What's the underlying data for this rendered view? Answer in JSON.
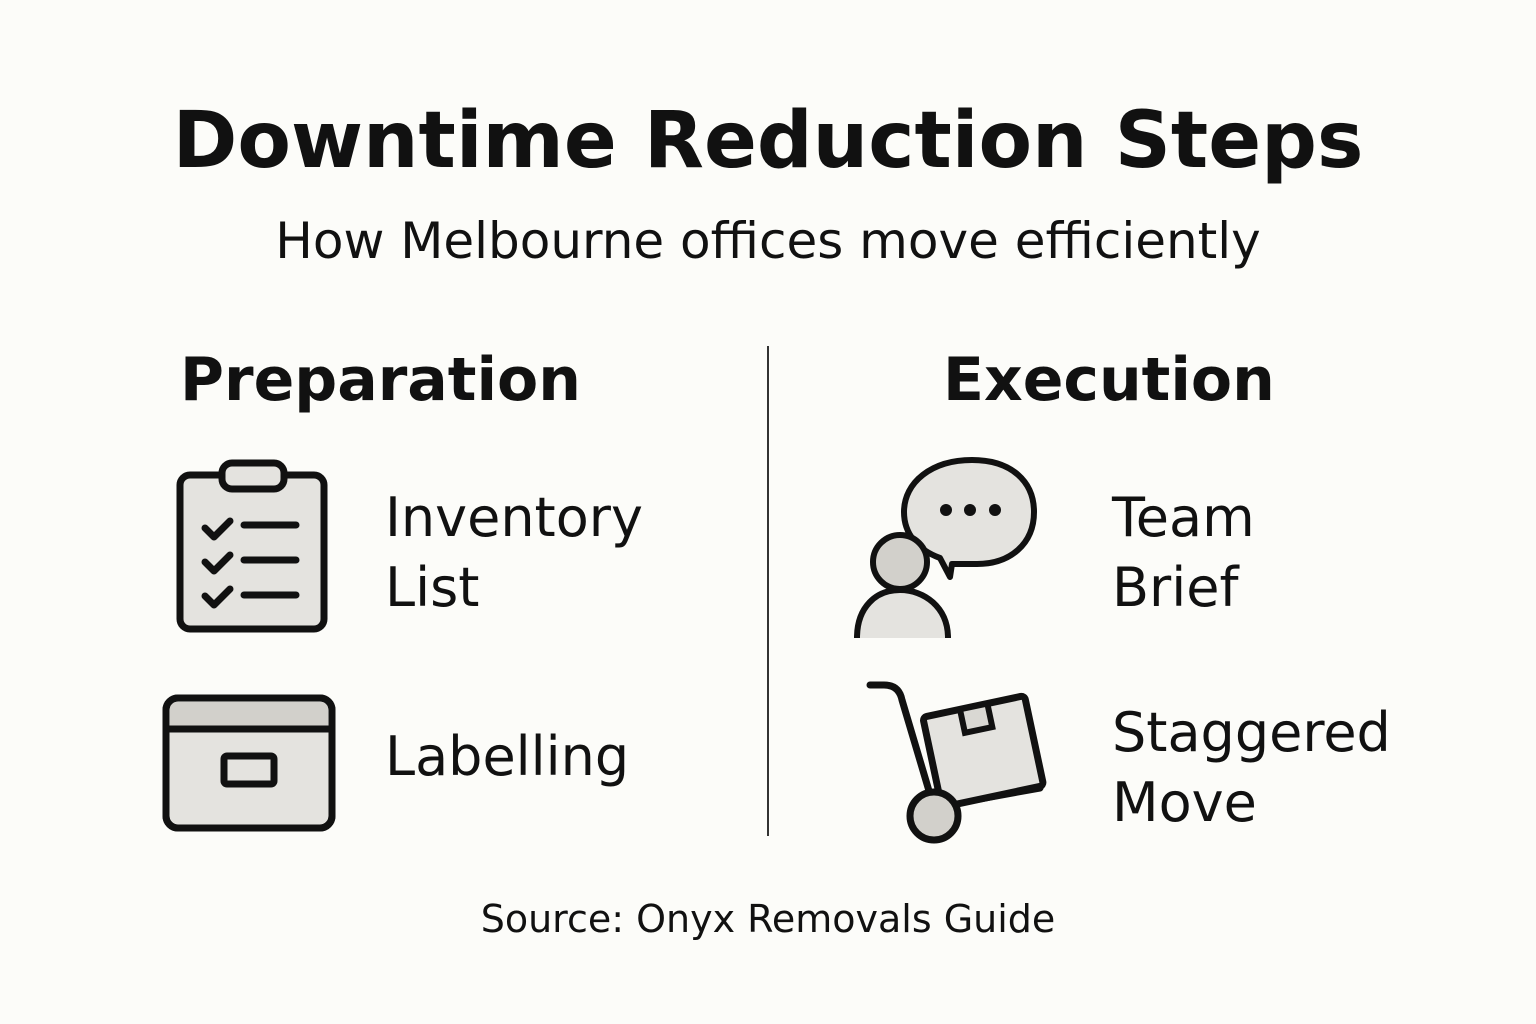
{
  "title": "Downtime Reduction Steps",
  "subtitle": "How Melbourne offices move efficiently",
  "columns": [
    {
      "heading": "Preparation",
      "items": [
        {
          "icon": "clipboard-checklist-icon",
          "line1": "Inventory",
          "line2": "List"
        },
        {
          "icon": "archive-box-icon",
          "line1": "Labelling",
          "line2": ""
        }
      ]
    },
    {
      "heading": "Execution",
      "items": [
        {
          "icon": "person-speech-bubble-icon",
          "line1": "Team",
          "line2": "Brief"
        },
        {
          "icon": "hand-truck-icon",
          "line1": "Staggered",
          "line2": "Move"
        }
      ]
    }
  ],
  "source": "Source: Onyx Removals Guide",
  "colors": {
    "background": "#fcfcf9",
    "icon_fill": "#e4e3df",
    "icon_fill_dark": "#d2d0cb",
    "stroke": "#111111"
  }
}
